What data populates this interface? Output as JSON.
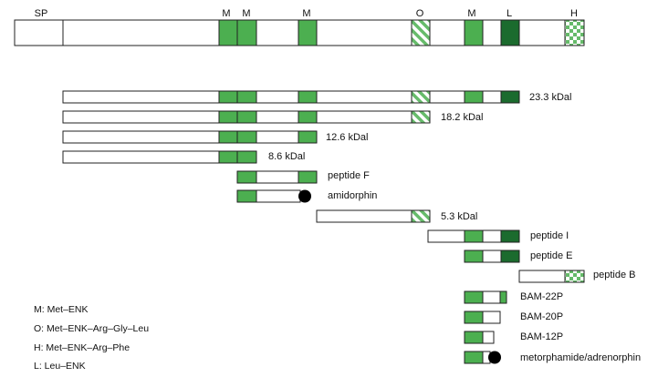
{
  "header_labels": [
    {
      "key": "sp",
      "text": "SP"
    },
    {
      "key": "m1",
      "text": "M"
    },
    {
      "key": "m2",
      "text": "M"
    },
    {
      "key": "m3",
      "text": "M"
    },
    {
      "key": "o",
      "text": "O"
    },
    {
      "key": "m4",
      "text": "M"
    },
    {
      "key": "l",
      "text": "L"
    },
    {
      "key": "h",
      "text": "H"
    }
  ],
  "fragments": [
    {
      "key": "23kd",
      "label": "23.3 kDal"
    },
    {
      "key": "18kd",
      "label": "18.2 kDal"
    },
    {
      "key": "12kd",
      "label": "12.6 kDal"
    },
    {
      "key": "8kd",
      "label": "8.6 kDal"
    },
    {
      "key": "peptide-f",
      "label": "peptide F"
    },
    {
      "key": "amidorphin",
      "label": "amidorphin"
    },
    {
      "key": "5kd",
      "label": "5.3 kDal"
    },
    {
      "key": "peptide-i",
      "label": "peptide I"
    },
    {
      "key": "peptide-e",
      "label": "peptide E"
    },
    {
      "key": "peptide-b",
      "label": "peptide B"
    },
    {
      "key": "bam22p",
      "label": "BAM-22P"
    },
    {
      "key": "bam20p",
      "label": "BAM-20P"
    },
    {
      "key": "bam12p",
      "label": "BAM-12P"
    },
    {
      "key": "metorphamide",
      "label": "metorphamide/adrenorphin"
    }
  ],
  "legend": [
    "M:  Met–ENK",
    "O:  Met–ENK–Arg–Gly–Leu",
    "H:  Met–ENK–Arg–Phe",
    "L:  Leu–ENK"
  ],
  "colors": {
    "met_enk": "#4caf50",
    "leu_enk": "#1b6b2e",
    "octapeptide_stripe": "#66bb6a",
    "heptapeptide_check": "#66bb6a",
    "outline": "#222222"
  }
}
